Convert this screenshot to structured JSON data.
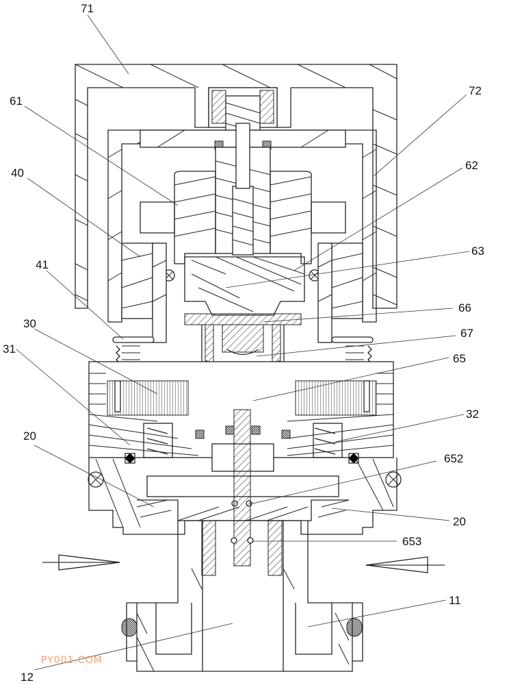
{
  "diagram": {
    "title": "Valve cross-section",
    "watermark": "PY001.COM",
    "labels": [
      {
        "id": "71",
        "text": "71",
        "side": "top"
      },
      {
        "id": "72",
        "text": "72",
        "side": "right"
      },
      {
        "id": "61",
        "text": "61",
        "side": "left"
      },
      {
        "id": "62",
        "text": "62",
        "side": "right"
      },
      {
        "id": "40",
        "text": "40",
        "side": "left"
      },
      {
        "id": "63",
        "text": "63",
        "side": "right"
      },
      {
        "id": "41",
        "text": "41",
        "side": "left"
      },
      {
        "id": "66",
        "text": "66",
        "side": "right"
      },
      {
        "id": "30",
        "text": "30",
        "side": "left"
      },
      {
        "id": "67",
        "text": "67",
        "side": "right"
      },
      {
        "id": "31",
        "text": "31",
        "side": "left"
      },
      {
        "id": "65",
        "text": "65",
        "side": "right"
      },
      {
        "id": "32",
        "text": "32",
        "side": "right"
      },
      {
        "id": "20a",
        "text": "20",
        "side": "left"
      },
      {
        "id": "652",
        "text": "652",
        "side": "right"
      },
      {
        "id": "20b",
        "text": "20",
        "side": "right"
      },
      {
        "id": "653",
        "text": "653",
        "side": "right"
      },
      {
        "id": "11",
        "text": "11",
        "side": "right"
      },
      {
        "id": "12",
        "text": "12",
        "side": "left"
      }
    ],
    "flow_arrows": [
      {
        "id": "inlet-left",
        "direction": "right"
      },
      {
        "id": "inlet-right",
        "direction": "left"
      }
    ]
  }
}
